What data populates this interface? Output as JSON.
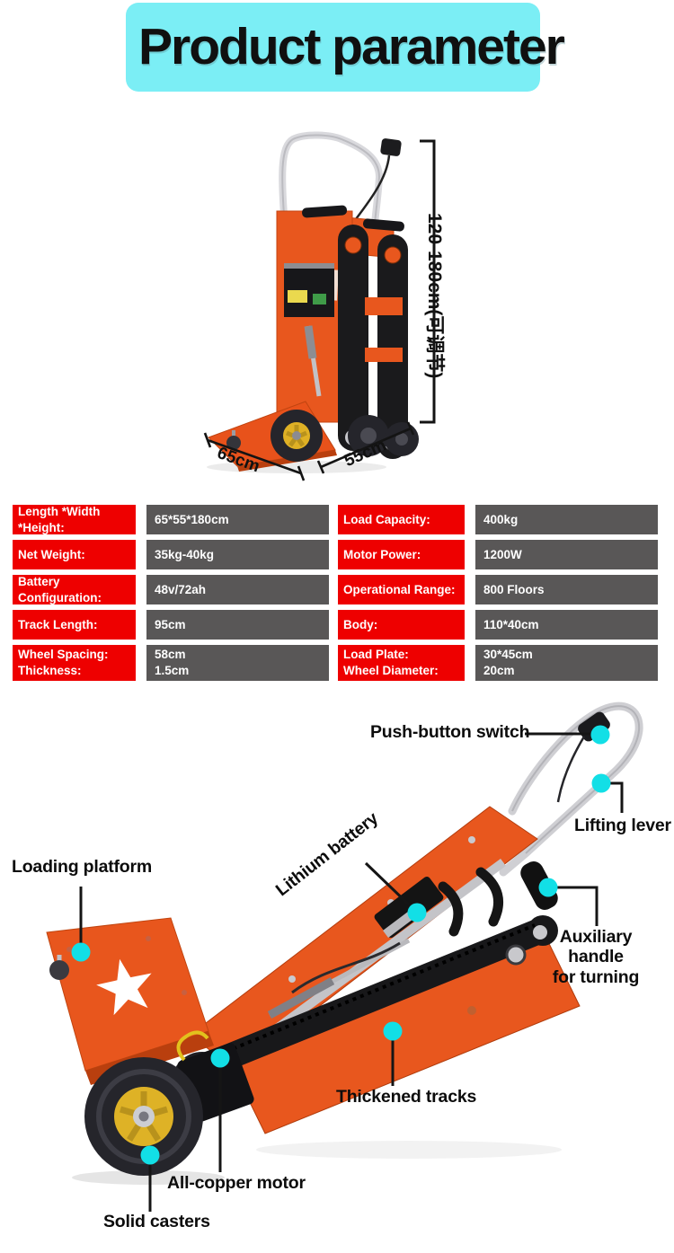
{
  "page": {
    "title": "Product parameter"
  },
  "colors": {
    "title_bg": "#7beef5",
    "spec_label_red": "#ee0000",
    "spec_value_gray": "#595757",
    "callout_dot_cyan": "#12dfe6",
    "trolley_orange": "#e8571e",
    "wheel_hub_yellow": "#deb226"
  },
  "top_figure": {
    "height_label": "120-180cm(可调节)",
    "base_width_label": "65cm",
    "base_depth_label": "55cm"
  },
  "spec_table": {
    "rows": [
      {
        "l_label": "Length *Width *Height:",
        "l_value": "65*55*180cm",
        "r_label": "Load Capacity:",
        "r_value": "400kg"
      },
      {
        "l_label": "Net Weight:",
        "l_value": "35kg-40kg",
        "r_label": "Motor Power:",
        "r_value": "1200W"
      },
      {
        "l_label": "Battery Configuration:",
        "l_value": "48v/72ah",
        "r_label": "Operational Range:",
        "r_value": "800 Floors"
      },
      {
        "l_label": "Track Length:",
        "l_value": "95cm",
        "r_label": "Body:",
        "r_value": "110*40cm"
      },
      {
        "l_label": "Wheel Spacing:\nThickness:",
        "l_value": "58cm\n1.5cm",
        "r_label": "Load Plate:\nWheel Diameter:",
        "r_value": "30*45cm\n20cm"
      }
    ]
  },
  "callouts": [
    {
      "label": "Push-button switch"
    },
    {
      "label": "Lifting lever"
    },
    {
      "label": "Lithium battery"
    },
    {
      "label": "Loading platform"
    },
    {
      "label": "Auxiliary handle\nfor turning"
    },
    {
      "label": "Thickened tracks"
    },
    {
      "label": "All-copper motor"
    },
    {
      "label": "Solid casters"
    }
  ]
}
